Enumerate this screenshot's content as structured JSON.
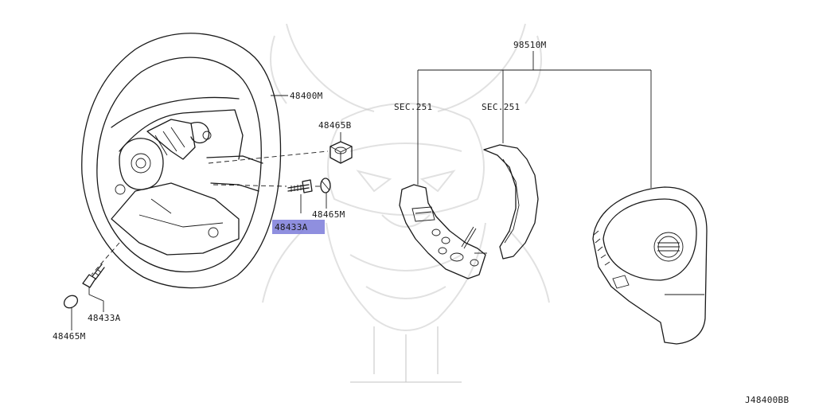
{
  "diagram_id": "J48400BB",
  "callouts": {
    "steering_wheel": "48400M",
    "nut": "48465B",
    "bolt_highlighted": "48433A",
    "cap_upper": "48465M",
    "bolt_lower": "48433A",
    "cap_lower": "48465M",
    "assembly": "98510M",
    "sec_left": "SEC.251",
    "sec_right": "SEC.251"
  },
  "colors": {
    "line": "#1a1a1a",
    "highlight": "#7b7bd9",
    "watermark": "#c8c8c8"
  }
}
